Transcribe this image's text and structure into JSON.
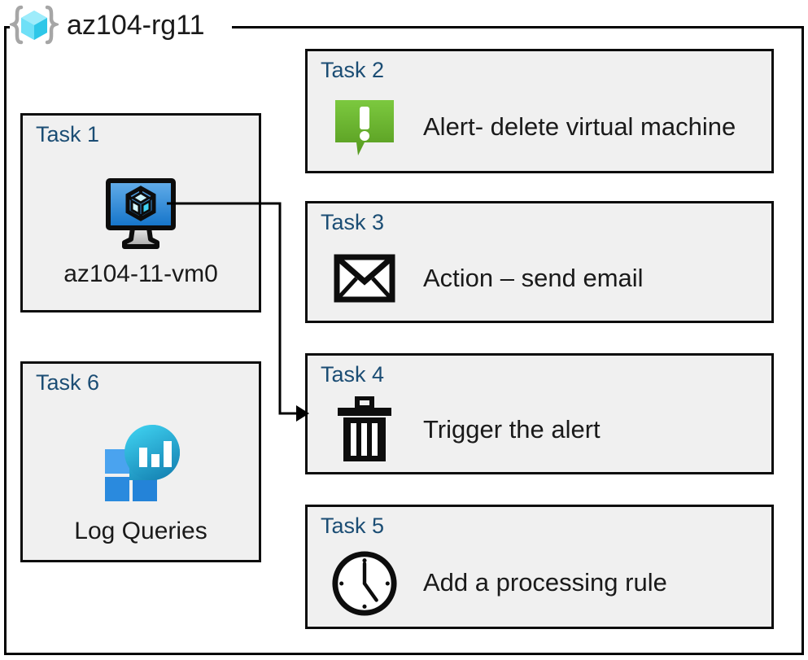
{
  "resource_group": {
    "name": "az104-rg11",
    "icon": "azure-resource-group-icon"
  },
  "colors": {
    "task_label": "#1b4d74",
    "card_background": "#f0f0f0",
    "card_border": "#0d0d0d",
    "alert_green_light": "#7ac943",
    "alert_green_dark": "#569a1f",
    "vm_blue_light": "#5ba7e8",
    "vm_blue_dark": "#1a73c4",
    "log_cyan": "#32c6e8",
    "log_teal": "#1a84b5",
    "log_square_light": "#4aa3ef",
    "log_square_dark": "#2483d8"
  },
  "cards": {
    "task1": {
      "label": "Task 1",
      "text": "az104-11-vm0",
      "icon": "virtual-machine-icon"
    },
    "task2": {
      "label": "Task 2",
      "text": "Alert- delete virtual machine",
      "icon": "alert-speech-bubble-icon"
    },
    "task3": {
      "label": "Task 3",
      "text": "Action – send email",
      "icon": "envelope-icon"
    },
    "task4": {
      "label": "Task 4",
      "text": "Trigger the alert",
      "icon": "trash-can-icon"
    },
    "task5": {
      "label": "Task 5",
      "text": "Add a processing rule",
      "icon": "clock-icon"
    },
    "task6": {
      "label": "Task 6",
      "text": "Log Queries",
      "icon": "log-queries-icon"
    }
  },
  "connector": {
    "from": "task1-vm-icon",
    "to": "task4-card",
    "arrow": "arrow-head-right"
  }
}
